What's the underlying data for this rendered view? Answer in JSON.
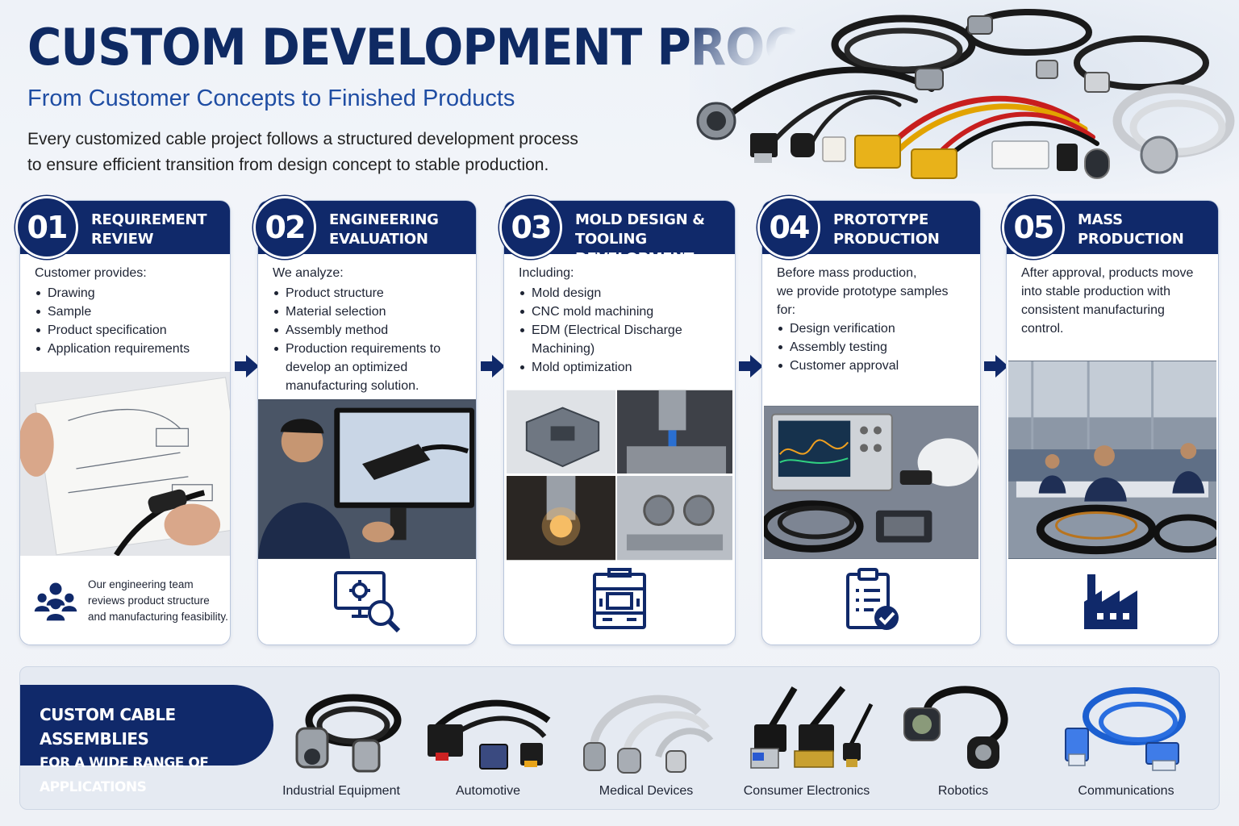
{
  "header": {
    "title": "CUSTOM DEVELOPMENT PROCESS",
    "subtitle": "From Customer Concepts to Finished Products",
    "intro_line1": "Every customized cable project follows a structured development process",
    "intro_line2": "to ensure efficient transition from design concept to stable production."
  },
  "steps": [
    {
      "number": "01",
      "title_line1": "REQUIREMENT",
      "title_line2": "REVIEW",
      "lead": "Customer provides:",
      "items": [
        "Drawing",
        "Sample",
        "Product specification",
        "Application requirements"
      ],
      "footer_line1": "Our engineering team",
      "footer_line2": "reviews product structure",
      "footer_line3": "and manufacturing feasibility.",
      "icon": "team-icon"
    },
    {
      "number": "02",
      "title_line1": "ENGINEERING",
      "title_line2": "EVALUATION",
      "lead": "We analyze:",
      "items": [
        "Product structure",
        "Material selection",
        "Assembly method",
        "Production requirements to develop an optimized manufacturing solution."
      ],
      "icon": "computer-analysis-icon"
    },
    {
      "number": "03",
      "title_line1": "MOLD DESIGN &",
      "title_line2": "TOOLING DEVELOPMENT",
      "lead": "Including:",
      "items": [
        "Mold design",
        "CNC mold machining",
        "EDM (Electrical Discharge Machining)",
        "Mold optimization"
      ],
      "icon": "mold-icon"
    },
    {
      "number": "04",
      "title_line1": "PROTOTYPE",
      "title_line2": "PRODUCTION",
      "lead_line1": "Before mass production,",
      "lead_line2": "we provide prototype samples for:",
      "items": [
        "Design verification",
        "Assembly testing",
        "Customer approval"
      ],
      "icon": "checklist-icon"
    },
    {
      "number": "05",
      "title_line1": "MASS",
      "title_line2": "PRODUCTION",
      "text_line1": "After approval, products move",
      "text_line2": "into stable production with",
      "text_line3": "consistent manufacturing",
      "text_line4": "control.",
      "icon": "factory-icon"
    }
  ],
  "banner": {
    "line1": "CUSTOM CABLE ASSEMBLIES",
    "line2": "FOR A WIDE RANGE OF APPLICATIONS",
    "applications": [
      "Industrial Equipment",
      "Automotive",
      "Medical Devices",
      "Consumer Electronics",
      "Robotics",
      "Communications"
    ]
  },
  "colors": {
    "navy": "#10296a",
    "accent_blue": "#1f4da3",
    "card_border": "#b9c6dc",
    "background": "#eef2f8"
  }
}
